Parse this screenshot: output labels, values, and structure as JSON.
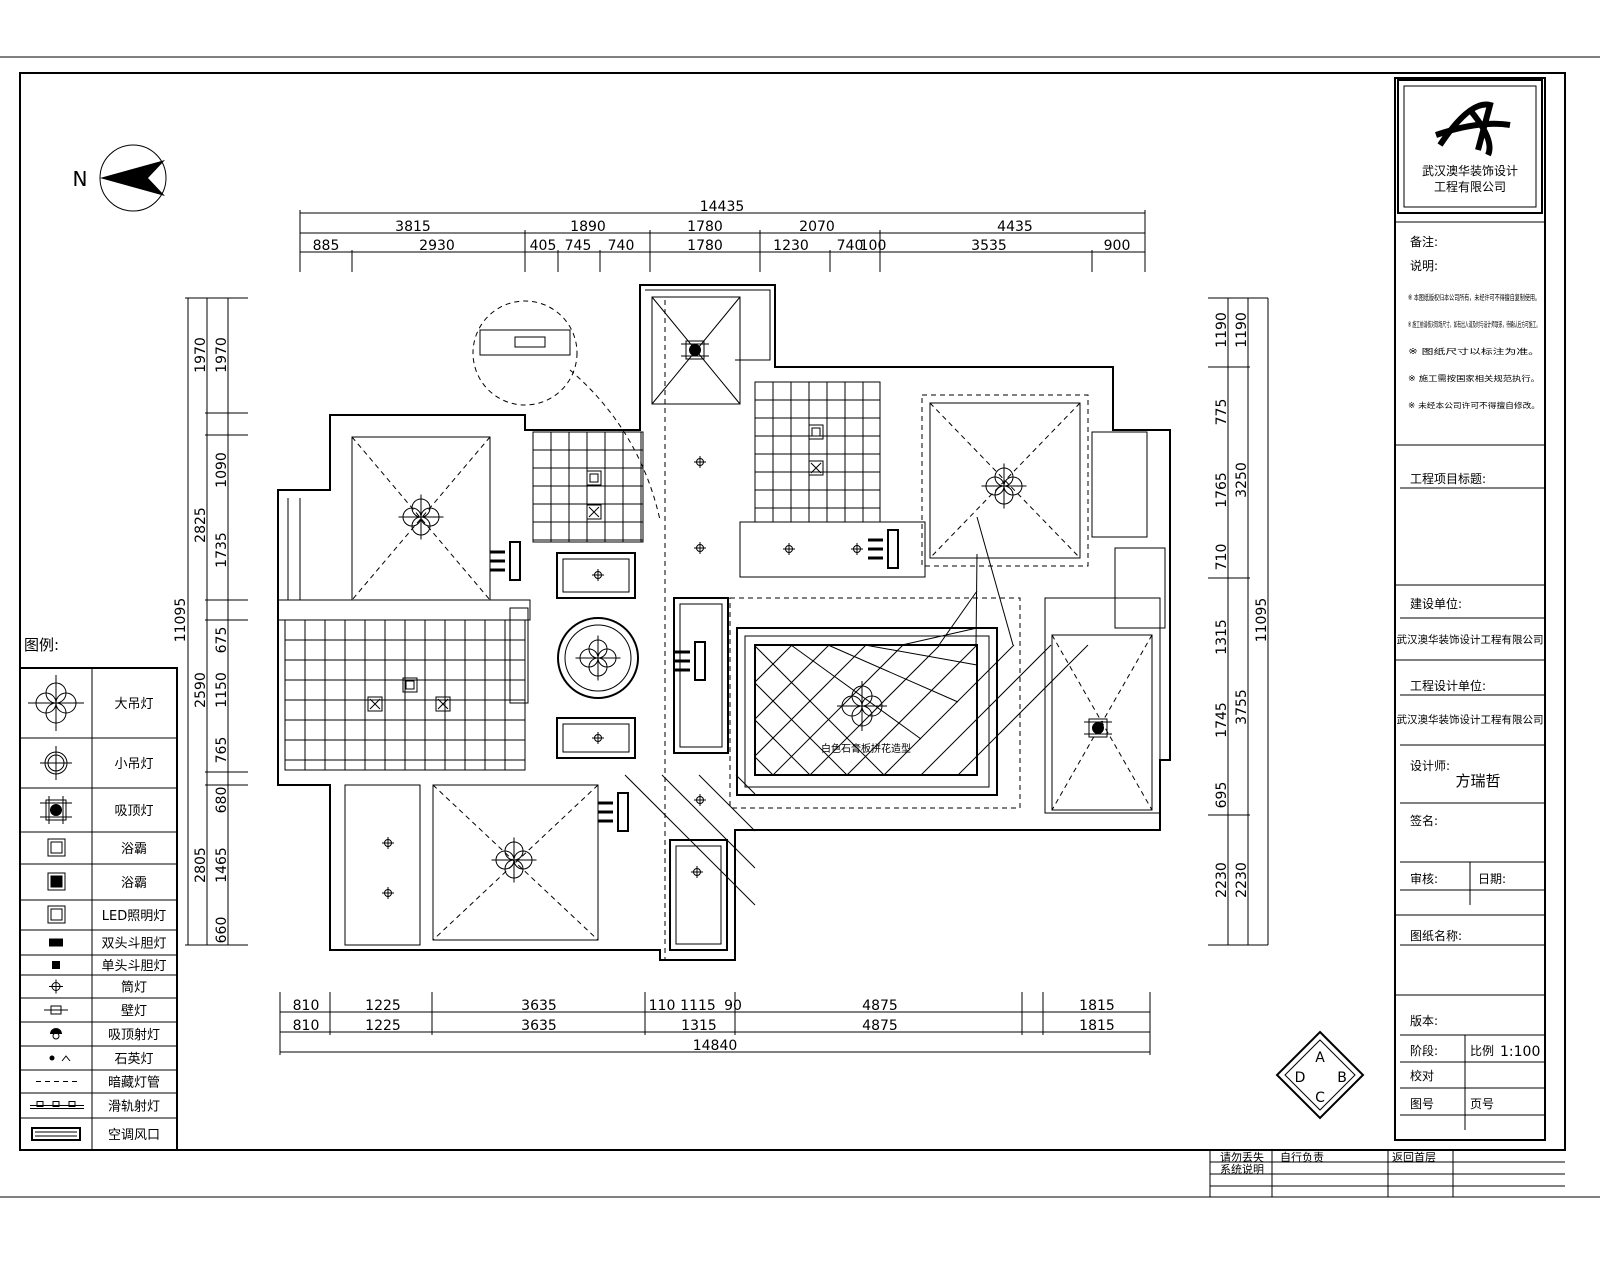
{
  "drawing": {
    "north_label": "N",
    "legend_title": "图例:",
    "center_note": "白色石膏板拼花造型",
    "section_marks": [
      "A",
      "B",
      "C",
      "D"
    ]
  },
  "dimensions": {
    "top_total": "14435",
    "top_row1": [
      "3815",
      "1890",
      "1780",
      "2070",
      "4435"
    ],
    "top_row2": [
      "885",
      "2930",
      "405",
      "745",
      "740",
      "1780",
      "1230",
      "740",
      "100",
      "3535",
      "900"
    ],
    "bottom_total": "14840",
    "bottom_row1": [
      "810",
      "1225",
      "3635",
      "110",
      "1115",
      "90",
      "4875",
      "1815"
    ],
    "bottom_row2": [
      "810",
      "1225",
      "3635",
      "1315",
      "4875",
      "1815"
    ],
    "left_total": "11095",
    "left_outer": [
      "1970",
      "2825",
      "2590",
      "2805"
    ],
    "left_inner": [
      "1970",
      "1090",
      "1735",
      "675",
      "1150",
      "765",
      "680",
      "1465",
      "660"
    ],
    "right_total": "11095",
    "right_outer": [
      "1190",
      "3250",
      "3755",
      "2230"
    ],
    "right_inner": [
      "1190",
      "775",
      "1765",
      "710",
      "1315",
      "1745",
      "695",
      "2230"
    ]
  },
  "legend": [
    {
      "icon": "large-chandelier-icon",
      "label": "大吊灯"
    },
    {
      "icon": "small-chandelier-icon",
      "label": "小吊灯"
    },
    {
      "icon": "ceiling-lamp-icon",
      "label": "吸顶灯"
    },
    {
      "icon": "bath-heater-icon",
      "label": "浴霸"
    },
    {
      "icon": "exhaust-fan-icon",
      "label": "浴霸"
    },
    {
      "icon": "led-light-icon",
      "label": "LED照明灯"
    },
    {
      "icon": "double-grille-light-icon",
      "label": "双头斗胆灯"
    },
    {
      "icon": "single-grille-light-icon",
      "label": "单头斗胆灯"
    },
    {
      "icon": "downlight-icon",
      "label": "筒灯"
    },
    {
      "icon": "wall-lamp-icon",
      "label": "壁灯"
    },
    {
      "icon": "ceiling-spotlight-icon",
      "label": "吸顶射灯"
    },
    {
      "icon": "quartz-lamp-icon",
      "label": "石英灯"
    },
    {
      "icon": "hidden-tube-icon",
      "label": "暗藏灯管"
    },
    {
      "icon": "track-spotlight-icon",
      "label": "滑轨射灯"
    },
    {
      "icon": "ac-vent-icon",
      "label": "空调风口"
    }
  ],
  "title_block": {
    "company_line1": "武汉澳华装饰设计",
    "company_line2": "工程有限公司",
    "remarks_label": "备注:",
    "notes_label": "说明:",
    "notes": [
      "※ 本图纸版权归本公司所有，未经许可不得擅自复制使用。",
      "※ 施工前请核对现场尺寸，如有出入请及时与设计师联系，待确认后方可施工。",
      "※ 图纸尺寸以标注为准。",
      "※ 施工需按国家相关规范执行。",
      "※ 未经本公司许可不得擅自修改。"
    ],
    "project_title_label": "工程项目标题:",
    "client_label": "建设单位:",
    "client": "武汉澳华装饰设计工程有限公司",
    "designer_unit_label": "工程设计单位:",
    "designer_unit": "武汉澳华装饰设计工程有限公司",
    "designer_label": "设计师:",
    "designer": "方瑞哲",
    "sign_label": "签名:",
    "review_label": "审核:",
    "date_label": "日期:",
    "drawing_name_label": "图纸名称:",
    "version_label": "版本:",
    "stage_label": "阶段:",
    "scale_label": "比例",
    "scale": "1:100",
    "check_label": "校对",
    "drawing_no_label": "图号",
    "sheet_label": "页号"
  },
  "footer": {
    "c1": "请勿丢失",
    "c2": "自行负责",
    "c3": "返回首层",
    "c4": "系统说明"
  }
}
